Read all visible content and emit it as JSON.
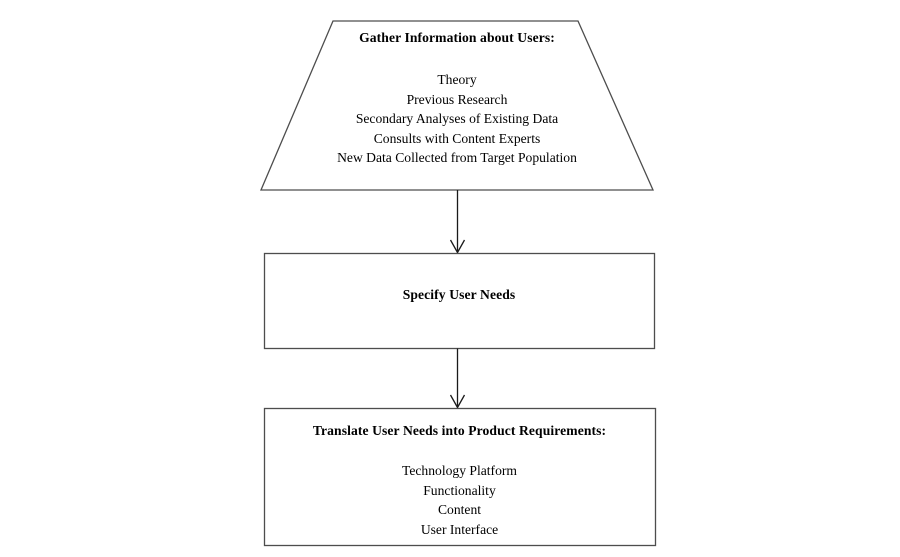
{
  "diagram": {
    "type": "flowchart",
    "orientation": "top-to-bottom",
    "background_color": "#ffffff",
    "stroke_color": "#4d4d4d",
    "text_color": "#000000",
    "nodes": [
      {
        "id": "gather-information",
        "shape": "trapezoid",
        "title": "Gather Information about Users:",
        "items": [
          "Theory",
          "Previous Research",
          "Secondary Analyses of Existing Data",
          "Consults with Content Experts",
          "New Data Collected from Target Population"
        ]
      },
      {
        "id": "specify-user-needs",
        "shape": "rectangle",
        "title": "Specify User Needs",
        "items": []
      },
      {
        "id": "translate-user-needs",
        "shape": "rectangle",
        "title": "Translate User Needs into Product Requirements:",
        "items": [
          "Technology Platform",
          "Functionality",
          "Content",
          "User Interface"
        ]
      }
    ],
    "connectors": [
      {
        "id": "arrow-gather-to-specify",
        "from": "gather-information",
        "to": "specify-user-needs",
        "style": "open-arrow",
        "label": ""
      },
      {
        "id": "arrow-specify-to-translate",
        "from": "specify-user-needs",
        "to": "translate-user-needs",
        "style": "open-arrow",
        "label": ""
      }
    ]
  }
}
